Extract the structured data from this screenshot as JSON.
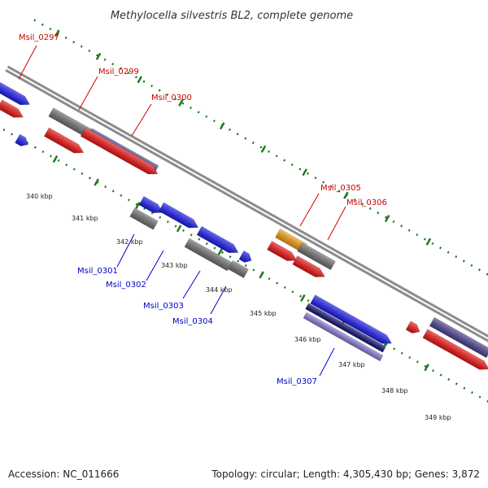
{
  "title": "Methylocella silvestris BL2, complete genome",
  "footer": {
    "accession": "Accession: NC_011666",
    "summary": "Topology: circular; Length: 4,305,430 bp; Genes: 3,872"
  },
  "colors": {
    "blue": "#1a1aee",
    "red": "#ee1111",
    "gray": "#707070",
    "purple": "#4a3f8f",
    "orange": "#f59a10",
    "lavender": "#8878d6",
    "navy": "#101070",
    "tick_green": "#1e7a1e",
    "backbone": "#8c8c8c",
    "forward_label": "#cc0000",
    "reverse_label": "#0000cc"
  },
  "ticks": [
    {
      "label": "340 kbp"
    },
    {
      "label": "341 kbp"
    },
    {
      "label": "342 kbp"
    },
    {
      "label": "343 kbp"
    },
    {
      "label": "344 kbp"
    },
    {
      "label": "345 kbp"
    },
    {
      "label": "346 kbp"
    },
    {
      "label": "347 kbp"
    },
    {
      "label": "348 kbp"
    },
    {
      "label": "349 kbp"
    }
  ],
  "labels_forward": [
    {
      "text": "Msil_0297"
    },
    {
      "text": "Msil_0299"
    },
    {
      "text": "Msil_0300"
    },
    {
      "text": "Msil_0305"
    },
    {
      "text": "Msil_0306"
    }
  ],
  "labels_reverse": [
    {
      "text": "Msil_0301"
    },
    {
      "text": "Msil_0302"
    },
    {
      "text": "Msil_0303"
    },
    {
      "text": "Msil_0304"
    },
    {
      "text": "Msil_0307"
    }
  ]
}
